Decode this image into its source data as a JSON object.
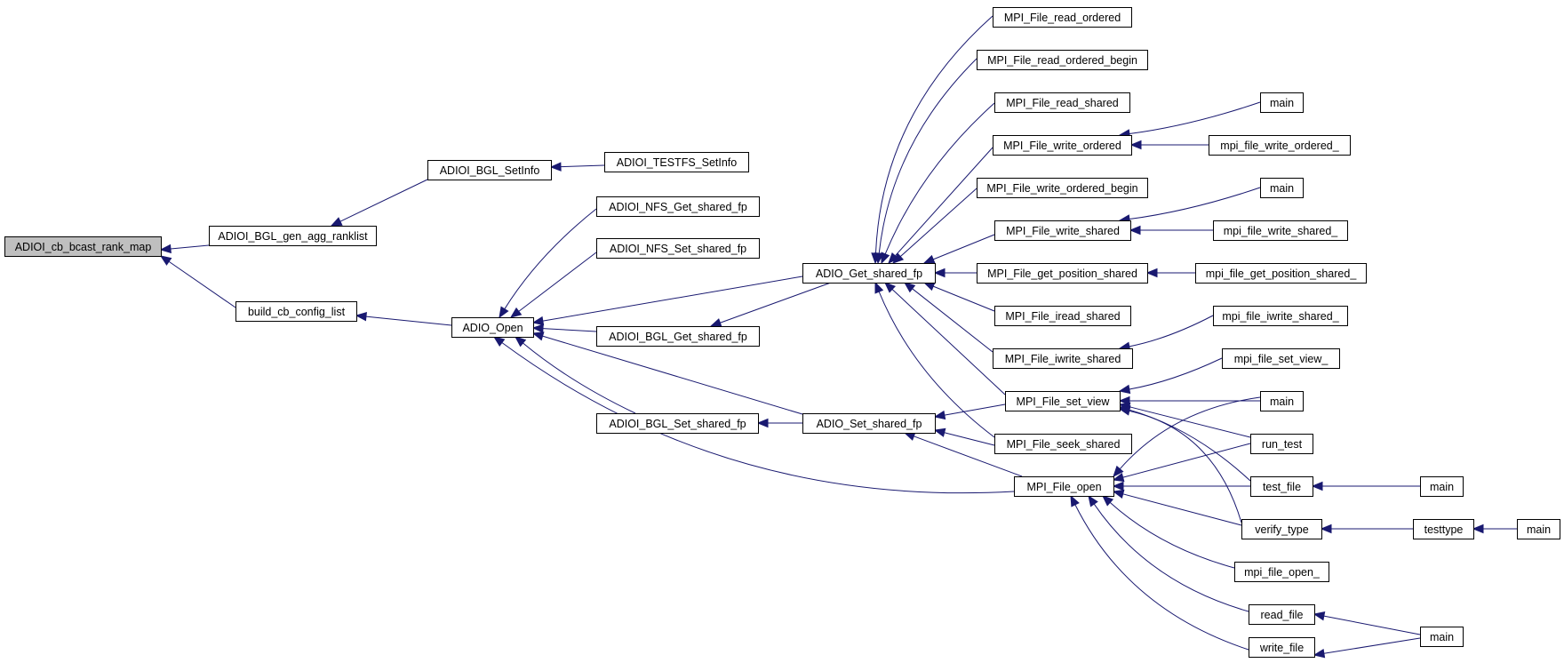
{
  "graph": {
    "root": "ADIOI_cb_bcast_rank_map",
    "colors": {
      "edge": "#191970",
      "root_fill": "#bfbfbf",
      "node_fill": "#ffffff",
      "node_stroke": "#000000"
    },
    "nodes": [
      {
        "id": "n0",
        "label": "ADIOI_cb_bcast_rank_map"
      },
      {
        "id": "n1",
        "label": "ADIOI_BGL_gen_agg_ranklist"
      },
      {
        "id": "n2",
        "label": "ADIOI_BGL_SetInfo"
      },
      {
        "id": "n3",
        "label": "ADIOI_TESTFS_SetInfo"
      },
      {
        "id": "n4",
        "label": "build_cb_config_list"
      },
      {
        "id": "n5",
        "label": "ADIO_Open"
      },
      {
        "id": "n6",
        "label": "ADIOI_NFS_Get_shared_fp"
      },
      {
        "id": "n7",
        "label": "ADIOI_NFS_Set_shared_fp"
      },
      {
        "id": "n8",
        "label": "ADIOI_BGL_Get_shared_fp"
      },
      {
        "id": "n9",
        "label": "ADIOI_BGL_Set_shared_fp"
      },
      {
        "id": "n10",
        "label": "ADIO_Get_shared_fp"
      },
      {
        "id": "n11",
        "label": "ADIO_Set_shared_fp"
      },
      {
        "id": "n12",
        "label": "MPI_File_read_ordered"
      },
      {
        "id": "n13",
        "label": "MPI_File_read_ordered_begin"
      },
      {
        "id": "n14",
        "label": "MPI_File_read_shared"
      },
      {
        "id": "n15",
        "label": "MPI_File_write_ordered"
      },
      {
        "id": "n16",
        "label": "MPI_File_write_ordered_begin"
      },
      {
        "id": "n17",
        "label": "MPI_File_write_shared"
      },
      {
        "id": "n18",
        "label": "MPI_File_get_position_shared"
      },
      {
        "id": "n19",
        "label": "MPI_File_iread_shared"
      },
      {
        "id": "n20",
        "label": "MPI_File_iwrite_shared"
      },
      {
        "id": "n21",
        "label": "MPI_File_set_view"
      },
      {
        "id": "n22",
        "label": "MPI_File_seek_shared"
      },
      {
        "id": "n23",
        "label": "MPI_File_open"
      },
      {
        "id": "n24",
        "label": "main"
      },
      {
        "id": "n25",
        "label": "mpi_file_write_ordered_"
      },
      {
        "id": "n26",
        "label": "main"
      },
      {
        "id": "n27",
        "label": "mpi_file_write_shared_"
      },
      {
        "id": "n28",
        "label": "mpi_file_get_position_shared_"
      },
      {
        "id": "n29",
        "label": "mpi_file_iwrite_shared_"
      },
      {
        "id": "n30",
        "label": "mpi_file_set_view_"
      },
      {
        "id": "n31",
        "label": "main"
      },
      {
        "id": "n32",
        "label": "run_test"
      },
      {
        "id": "n33",
        "label": "test_file"
      },
      {
        "id": "n34",
        "label": "main"
      },
      {
        "id": "n35",
        "label": "verify_type"
      },
      {
        "id": "n36",
        "label": "testtype"
      },
      {
        "id": "n37",
        "label": "main"
      },
      {
        "id": "n38",
        "label": "mpi_file_open_"
      },
      {
        "id": "n39",
        "label": "read_file"
      },
      {
        "id": "n40",
        "label": "write_file"
      },
      {
        "id": "n41",
        "label": "main"
      }
    ],
    "edges": [
      {
        "from": "n1",
        "to": "n0"
      },
      {
        "from": "n4",
        "to": "n0"
      },
      {
        "from": "n2",
        "to": "n1"
      },
      {
        "from": "n3",
        "to": "n2"
      },
      {
        "from": "n5",
        "to": "n4"
      },
      {
        "from": "n6",
        "to": "n5"
      },
      {
        "from": "n7",
        "to": "n5"
      },
      {
        "from": "n10",
        "to": "n5"
      },
      {
        "from": "n8",
        "to": "n5"
      },
      {
        "from": "n11",
        "to": "n5"
      },
      {
        "from": "n9",
        "to": "n5"
      },
      {
        "from": "n23",
        "to": "n5"
      },
      {
        "from": "n10",
        "to": "n8"
      },
      {
        "from": "n11",
        "to": "n9"
      },
      {
        "from": "n12",
        "to": "n10"
      },
      {
        "from": "n13",
        "to": "n10"
      },
      {
        "from": "n14",
        "to": "n10"
      },
      {
        "from": "n15",
        "to": "n10"
      },
      {
        "from": "n16",
        "to": "n10"
      },
      {
        "from": "n17",
        "to": "n10"
      },
      {
        "from": "n18",
        "to": "n10"
      },
      {
        "from": "n19",
        "to": "n10"
      },
      {
        "from": "n20",
        "to": "n10"
      },
      {
        "from": "n21",
        "to": "n10"
      },
      {
        "from": "n22",
        "to": "n10"
      },
      {
        "from": "n21",
        "to": "n11"
      },
      {
        "from": "n22",
        "to": "n11"
      },
      {
        "from": "n23",
        "to": "n11"
      },
      {
        "from": "n24",
        "to": "n15"
      },
      {
        "from": "n25",
        "to": "n15"
      },
      {
        "from": "n26",
        "to": "n17"
      },
      {
        "from": "n27",
        "to": "n17"
      },
      {
        "from": "n28",
        "to": "n18"
      },
      {
        "from": "n29",
        "to": "n20"
      },
      {
        "from": "n30",
        "to": "n21"
      },
      {
        "from": "n31",
        "to": "n21"
      },
      {
        "from": "n32",
        "to": "n21"
      },
      {
        "from": "n33",
        "to": "n21"
      },
      {
        "from": "n35",
        "to": "n21"
      },
      {
        "from": "n31",
        "to": "n23"
      },
      {
        "from": "n32",
        "to": "n23"
      },
      {
        "from": "n33",
        "to": "n23"
      },
      {
        "from": "n35",
        "to": "n23"
      },
      {
        "from": "n38",
        "to": "n23"
      },
      {
        "from": "n39",
        "to": "n23"
      },
      {
        "from": "n40",
        "to": "n23"
      },
      {
        "from": "n34",
        "to": "n33"
      },
      {
        "from": "n36",
        "to": "n35"
      },
      {
        "from": "n37",
        "to": "n36"
      },
      {
        "from": "n41",
        "to": "n39"
      },
      {
        "from": "n41",
        "to": "n40"
      }
    ]
  }
}
